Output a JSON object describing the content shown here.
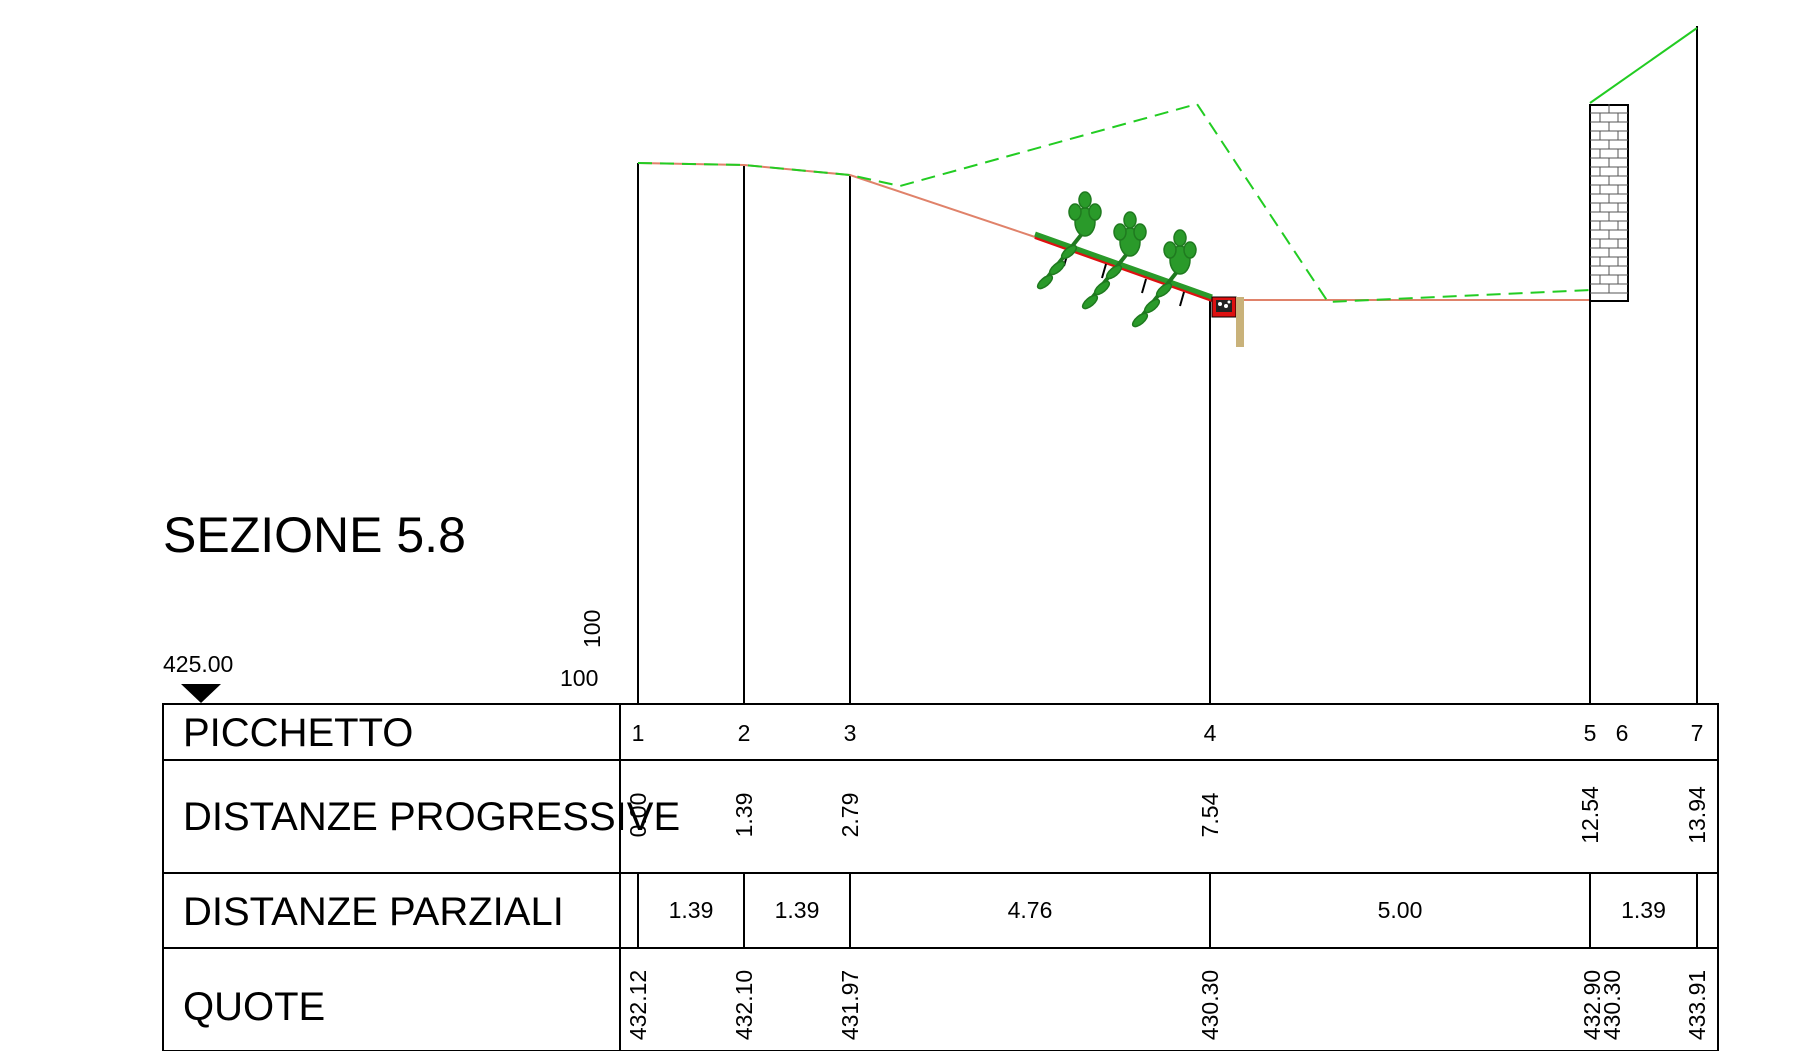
{
  "drawing": {
    "title": "SEZIONE 5.8",
    "datum_elevation": "425.00",
    "scale_vertical": "100",
    "scale_horizontal": "100"
  },
  "table": {
    "row_labels": {
      "picchetto": "PICCHETTO",
      "progressive": "DISTANZE PROGRESSIVE",
      "parziali": "DISTANZE PARZIALI",
      "quote": "QUOTE"
    },
    "picchetti": [
      {
        "number": "1",
        "progressive": "0.00",
        "quota": "432.12"
      },
      {
        "number": "2",
        "progressive": "1.39",
        "quota": "432.10"
      },
      {
        "number": "3",
        "progressive": "2.79",
        "quota": "431.97"
      },
      {
        "number": "4",
        "progressive": "7.54",
        "quota": "430.30"
      },
      {
        "number": "5",
        "progressive": "12.54",
        "quota": "432.90"
      },
      {
        "number": "6",
        "progressive": "",
        "quota": "430.30"
      },
      {
        "number": "7",
        "progressive": "13.94",
        "quota": "433.91"
      }
    ],
    "parziali": [
      "1.39",
      "1.39",
      "4.76",
      "5.00",
      "1.39"
    ]
  },
  "colors": {
    "existing_ground": "#e0826a",
    "project_line": "#22cc22",
    "drain_red": "#dd1111",
    "vegetation": "#2a9a2a",
    "post": "#c9b27a",
    "lines": "#000000"
  }
}
